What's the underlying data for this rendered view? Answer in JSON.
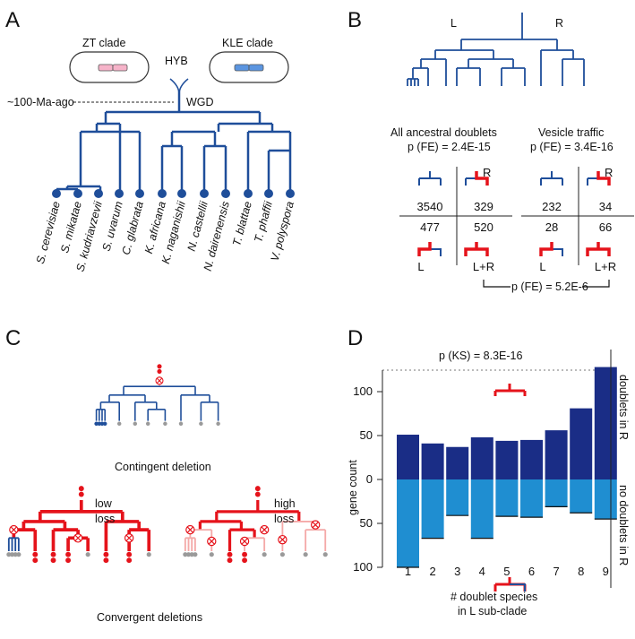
{
  "figure": {
    "panels": [
      "A",
      "B",
      "C",
      "D"
    ],
    "colors": {
      "tree": "#1f4e9a",
      "red": "#e5131b",
      "pink_loss": "#f4a9a8",
      "tip_grey": "#9a9a9a",
      "dark_bar": "#1a2d86",
      "light_bar": "#1f8ed1"
    }
  },
  "panel_a": {
    "zt_clade": "ZT clade",
    "kle_clade": "KLE clade",
    "hyb": "HYB",
    "wgd": "WGD",
    "age": "~100-Ma-ago",
    "species": [
      "S. cerevisiae",
      "S. mikatae",
      "S. kudriavzevii",
      "S. uvarum",
      "C. glabrata",
      "K. africana",
      "K. naganishii",
      "N. castellii",
      "N. dairenensis",
      "T. blattae",
      "T. phaffii",
      "V. polyspora"
    ]
  },
  "panel_b": {
    "L": "L",
    "R": "R",
    "all_title": "All ancestral doublets",
    "all_p": "p (FE) = 2.4E-15",
    "vt_title": "Vesicle traffic",
    "vt_p": "p (FE) = 3.4E-16",
    "all_counts": {
      "none": "3540",
      "r_only": "329",
      "l_only": "477",
      "l_and_r": "520"
    },
    "vt_counts": {
      "none": "232",
      "r_only": "34",
      "l_only": "28",
      "l_and_r": "66"
    },
    "cell_labels": {
      "R": "R",
      "L": "L",
      "LR": "L+R"
    },
    "bottom_p": "p (FE) = 5.2E-6"
  },
  "panel_c": {
    "contingent": "Contingent deletion",
    "convergent": "Convergent deletions",
    "low": "low",
    "high": "high",
    "loss": "loss"
  },
  "panel_d": {
    "p_label": "p (KS) = 8.3E-16",
    "ylabel": "gene count",
    "xlabel_1": "# doublet species",
    "xlabel_2": "in L sub-clade",
    "right_top": "doublets in R",
    "right_bottom": "no doublets in R",
    "y_ticks": [
      "100",
      "50",
      "0",
      "50",
      "100"
    ]
  },
  "chart_data": {
    "type": "bar",
    "categories": [
      "1",
      "2",
      "3",
      "4",
      "5",
      "6",
      "7",
      "8",
      "9"
    ],
    "series": [
      {
        "name": "doublets in R",
        "values": [
          51,
          41,
          37,
          48,
          44,
          45,
          56,
          81,
          128
        ]
      },
      {
        "name": "no doublets in R",
        "values": [
          100,
          67,
          41,
          67,
          42,
          43,
          31,
          38,
          45
        ]
      }
    ],
    "xlabel": "# doublet species in L sub-clade",
    "ylabel": "gene count",
    "ylim": [
      -100,
      130
    ]
  }
}
